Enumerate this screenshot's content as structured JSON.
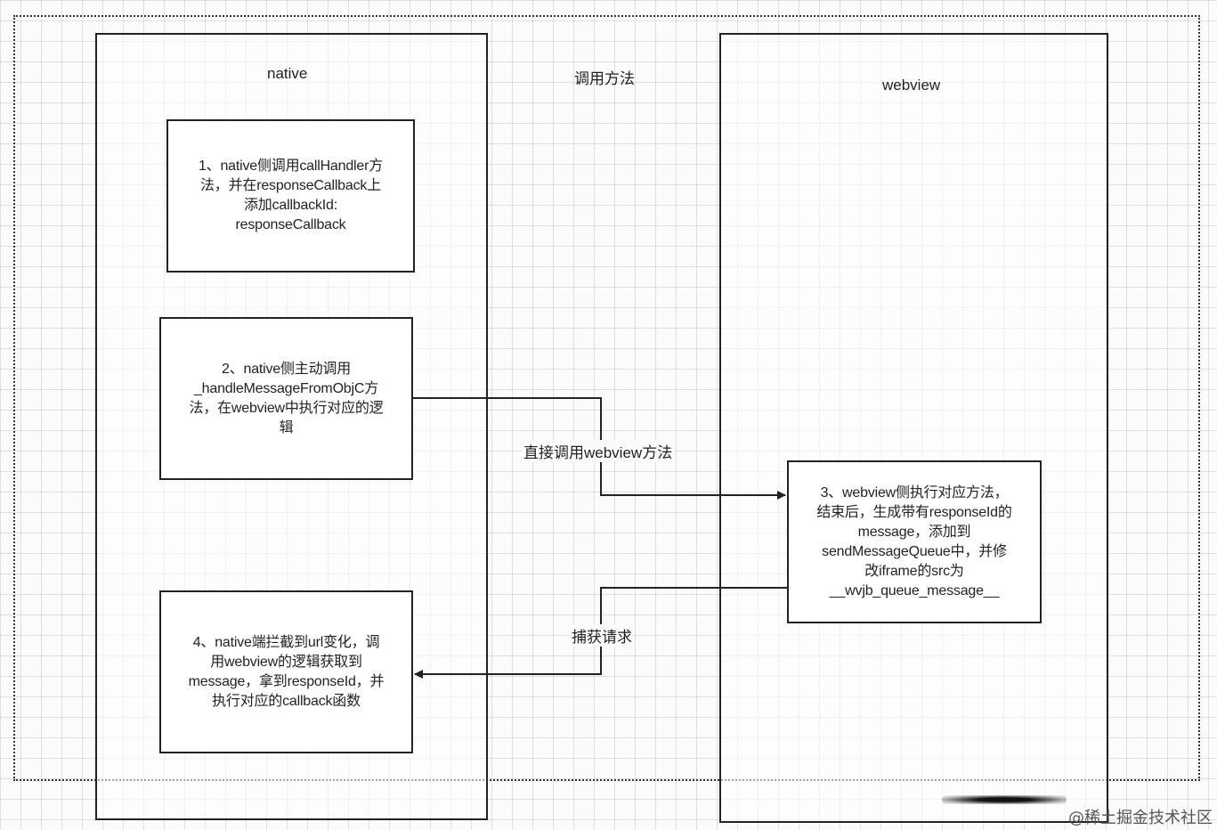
{
  "lanes": {
    "native": "native",
    "webview": "webview"
  },
  "top_label": "调用方法",
  "steps": {
    "step1": "1、native侧调用callHandler方\n法，并在responseCallback上\n添加callbackId:\nresponseCallback",
    "step2": "2、native侧主动调用\n_handleMessageFromObjC方\n法，在webview中执行对应的逻\n辑",
    "step3": "3、webview侧执行对应方法，\n结束后，生成带有responseId的\nmessage，添加到\nsendMessageQueue中，并修\n改iframe的src为\n__wvjb_queue_message__",
    "step4": "4、native端拦截到url变化，调\n用webview的逻辑获取到\nmessage，拿到responseId，并\n执行对应的callback函数"
  },
  "edges": {
    "call_webview": "直接调用webview方法",
    "capture_request": "捕获请求"
  },
  "watermark": "@稀土掘金技术社区"
}
